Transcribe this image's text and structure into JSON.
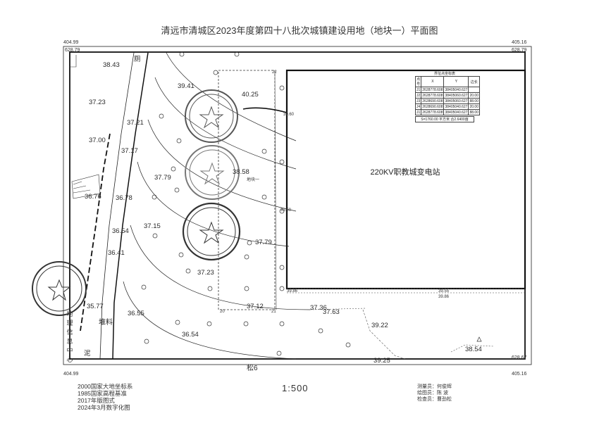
{
  "title": "清远市清城区2023年度第四十八批次城镇建设用地（地块一）平面图",
  "corners": {
    "tl_x": "404.99",
    "tl_y": "628.79",
    "tr_x": "405.16",
    "tr_y": "628.79",
    "br_y": "628.67",
    "br_x": "405.16",
    "bl_x": "404.99"
  },
  "elevations": [
    {
      "v": "38.43"
    },
    {
      "v": "39.41"
    },
    {
      "v": "40.25"
    },
    {
      "v": "37.23"
    },
    {
      "v": "37.21"
    },
    {
      "v": "37.00"
    },
    {
      "v": "37.17"
    },
    {
      "v": "38.58"
    },
    {
      "v": "37.79"
    },
    {
      "v": "36.76"
    },
    {
      "v": "36.78"
    },
    {
      "v": "36.54"
    },
    {
      "v": "37.15"
    },
    {
      "v": "37.79"
    },
    {
      "v": "36.41"
    },
    {
      "v": "37.23"
    },
    {
      "v": "35.77"
    },
    {
      "v": "36.55"
    },
    {
      "v": "37.12"
    },
    {
      "v": "37.36"
    },
    {
      "v": "37.63"
    },
    {
      "v": "39.22"
    },
    {
      "v": "36.54"
    },
    {
      "v": "38.54"
    },
    {
      "v": "39.25"
    }
  ],
  "labels": {
    "substation": "220KV职教城变电站",
    "plot": "地块一",
    "pile": "堆料",
    "toilet": "厕",
    "road": "松6",
    "bottom_char": "泥"
  },
  "small_marks": {
    "m3960": "39.60",
    "m3950": "39.50",
    "m3986a": "39.86",
    "m3955": "39.55",
    "m3986b": "39.86",
    "m20": "20",
    "m21": "21",
    "m22": "22"
  },
  "coord_table": {
    "title": "界址点坐标表",
    "headers": [
      "点号",
      "X",
      "Y",
      "边长"
    ],
    "rows": [
      [
        "J1",
        "2628778.608",
        "38405040.627",
        ""
      ],
      [
        "J2",
        "2628778.608",
        "38405060.627",
        "20.00"
      ],
      [
        "J3",
        "2628690.608",
        "38405060.627",
        "88.00"
      ],
      [
        "J4",
        "2628690.608",
        "38405040.627",
        "20.00"
      ],
      [
        "J1",
        "2628778.608",
        "38405040.627",
        "88.00"
      ]
    ],
    "footer": "S=1760.00 平方米 合2.6400亩"
  },
  "seal_vertical": [
    "地",
    "理",
    "信",
    "息",
    "中",
    "心"
  ],
  "legend": [
    "2000国家大地坐标系",
    "1985国家高程基准",
    "2017年版图式",
    "2024年3月数字化图"
  ],
  "scale": "1:500",
  "staff": [
    "测量员：何俊辉",
    "绘图员：陈  波",
    "检查员：曹劲松"
  ]
}
